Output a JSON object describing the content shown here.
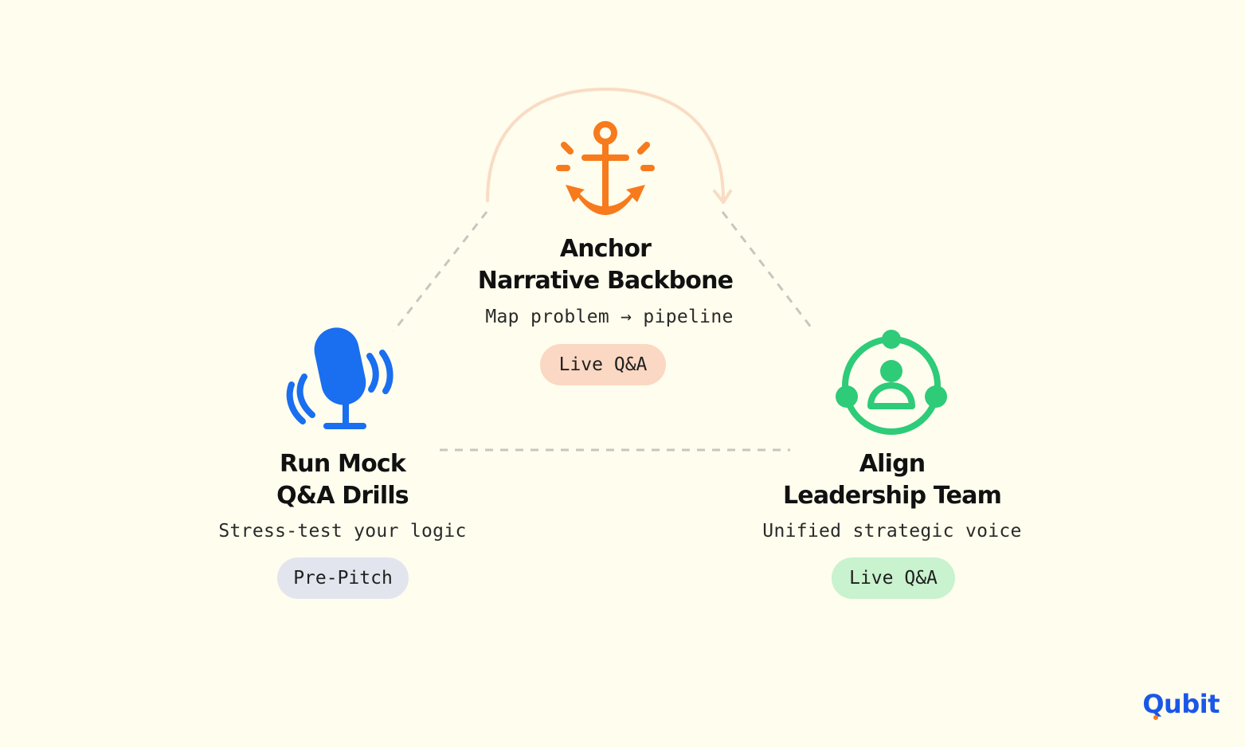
{
  "nodes": {
    "anchor": {
      "title_line1": "Anchor",
      "title_line2": "Narrative Backbone",
      "subtitle": "Map problem → pipeline",
      "badge": "Live Q&A",
      "icon": "anchor-icon",
      "color": "#f77a1c"
    },
    "mock": {
      "title_line1": "Run Mock",
      "title_line2": "Q&A Drills",
      "subtitle": "Stress-test your logic",
      "badge": "Pre-Pitch",
      "icon": "microphone-icon",
      "color": "#1a6ef0"
    },
    "align": {
      "title_line1": "Align",
      "title_line2": "Leadership Team",
      "subtitle": "Unified strategic voice",
      "badge": "Live Q&A",
      "icon": "team-network-icon",
      "color": "#2ecb78"
    }
  },
  "colors": {
    "background": "#fefdee",
    "connector": "#c7c6bf",
    "arc": "#f9dcc4"
  },
  "logo": {
    "text": "Qubit"
  }
}
